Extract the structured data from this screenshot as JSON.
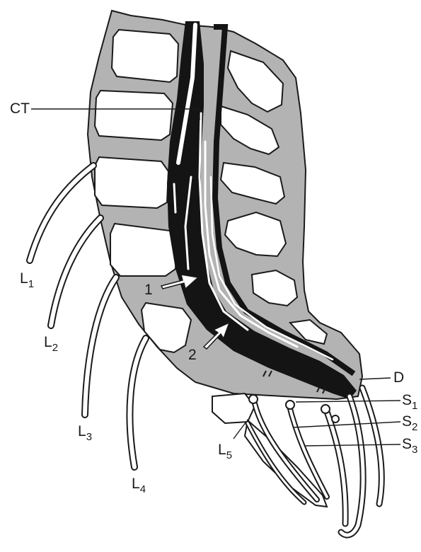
{
  "labels": {
    "ct": "CT",
    "d": "D",
    "arrow_1": "1",
    "arrow_2": "2",
    "l1": {
      "letter": "L",
      "num": "1"
    },
    "l2": {
      "letter": "L",
      "num": "2"
    },
    "l3": {
      "letter": "L",
      "num": "3"
    },
    "l4": {
      "letter": "L",
      "num": "4"
    },
    "l5": {
      "letter": "L",
      "num": "5"
    },
    "s1": {
      "letter": "S",
      "num": "1"
    },
    "s2": {
      "letter": "S",
      "num": "2"
    },
    "s3": {
      "letter": "S",
      "num": "3"
    }
  },
  "colors": {
    "bone_gray": "#b3b3b3",
    "cord_black": "#141414",
    "outline": "#1a1a1a",
    "background": "#ffffff"
  }
}
